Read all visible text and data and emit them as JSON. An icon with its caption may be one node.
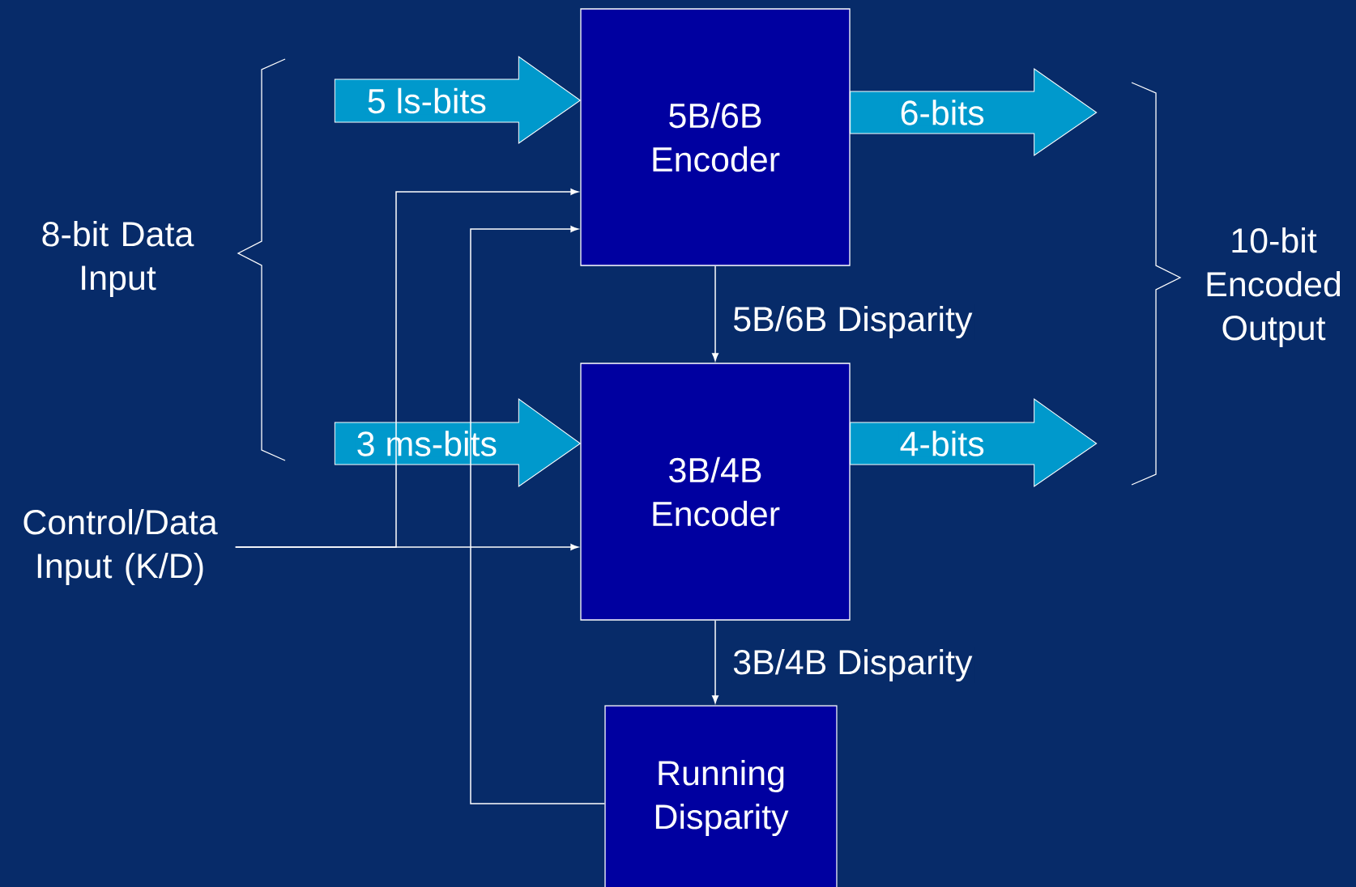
{
  "diagram": {
    "nodes": [
      {
        "text": [
          "5B/6B Encoder"
        ]
      },
      {
        "text": [
          "3B/4B Encoder"
        ]
      },
      {
        "text": [
          "Running Disparity"
        ]
      },
      {
        "text": [
          "Control/Data Input (K/D)"
        ]
      }
    ],
    "edges": [
      {
        "from": null,
        "to": 0,
        "arrow": "to",
        "label": "5 ls-bits",
        "style": "thick",
        "color": "#0099cc"
      },
      {
        "from": null,
        "to": 1,
        "arrow": "to",
        "label": "3 ms-bits",
        "style": "thick",
        "color": "#0099cc"
      },
      {
        "from": 0,
        "to": null,
        "arrow": "to",
        "label": "6-bits",
        "style": "thick",
        "color": "#0099cc"
      },
      {
        "from": 1,
        "to": null,
        "arrow": "to",
        "label": "4-bits",
        "style": "thick",
        "color": "#0099cc"
      },
      {
        "from": 0,
        "to": 1,
        "arrow": "to",
        "label": "5B/6B Disparity"
      },
      {
        "from": 1,
        "to": 2,
        "arrow": "to",
        "label": "3B/4B Disparity"
      },
      {
        "from": 3,
        "to": 1,
        "arrow": "to"
      },
      {
        "from": 3,
        "to": 0,
        "arrow": "to"
      },
      {
        "from": 2,
        "to": 0,
        "arrow": "to"
      }
    ],
    "labels": [
      "8-bit Data Input",
      "10-bit Encoded Output"
    ]
  }
}
